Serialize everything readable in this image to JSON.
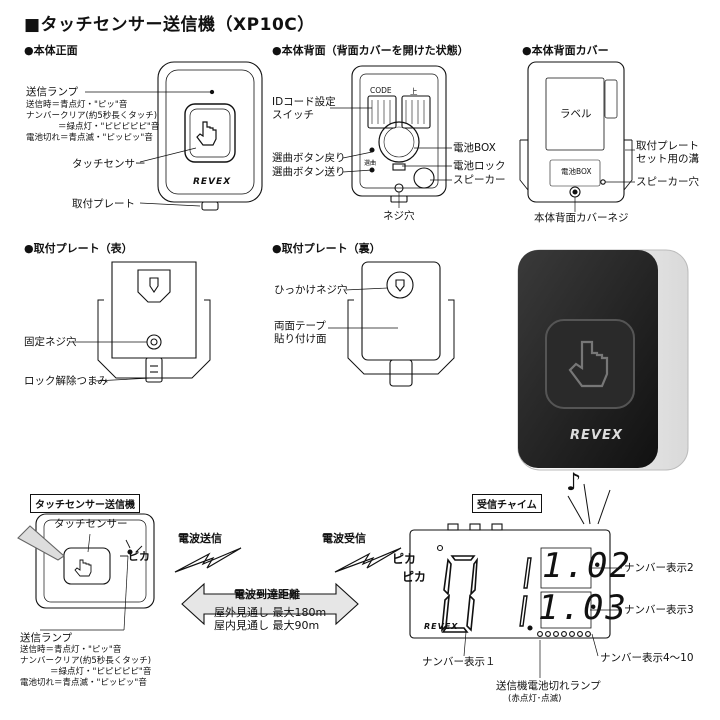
{
  "title": "■タッチセンサー送信機（XP10C）",
  "sections": {
    "front": {
      "heading": "●本体正面",
      "lamp_label": "送信ランプ",
      "lamp_note_1": "送信時＝青点灯・\"ピッ\"音",
      "lamp_note_2": "ナンバークリア(約5秒長くタッチ)",
      "lamp_note_3": "＝緑点灯・\"ピピピピピ\"音",
      "lamp_note_4": "電池切れ＝青点滅・\"ピッピッ\"音",
      "touch_label": "タッチセンサー",
      "plate_label": "取付プレート",
      "logo": "REVEX"
    },
    "back": {
      "heading": "●本体背面（背面カバーを開けた状態）",
      "id_label_1": "IDコード設定",
      "id_label_2": "スイッチ",
      "battery_box": "電池BOX",
      "battery_lock": "電池ロック",
      "speaker": "スピーカー",
      "song_prev": "選曲ボタン戻り",
      "song_next": "選曲ボタン送り",
      "screw_hole": "ネジ穴",
      "tiny_code": "CODE",
      "tiny_up": "上",
      "tiny_sel": "選曲"
    },
    "cover": {
      "heading": "●本体背面カバー",
      "label_area": "ラベル",
      "battery_box": "電池BOX",
      "groove_1": "取付プレート",
      "groove_2": "セット用の溝",
      "speaker_hole": "スピーカー穴",
      "cover_screw": "本体背面カバーネジ"
    },
    "plate_front": {
      "heading": "●取付プレート（表）",
      "fix_screw": "固定ネジ穴",
      "lock_release": "ロック解除つまみ"
    },
    "plate_back": {
      "heading": "●取付プレート（裏）",
      "hook_screw": "ひっかけネジ穴",
      "tape_1": "両面テープ",
      "tape_2": "貼り付け面"
    }
  },
  "product_photo": {
    "logo": "REVEX",
    "face_color": "#1f1f1f",
    "body_color": "#f2f2f2"
  },
  "bottom": {
    "transmitter_title": "タッチセンサー送信機",
    "touch_label": "タッチセンサー",
    "pika": "ピカ",
    "lamp_label": "送信ランプ",
    "lamp_note_1": "送信時＝青点灯・\"ピッ\"音",
    "lamp_note_2": "ナンバークリア(約5秒長くタッチ)",
    "lamp_note_3": "＝緑点灯・\"ピピピピピ\"音",
    "lamp_note_4": "電池切れ＝青点滅・\"ピッピッ\"音",
    "radio_send": "電波送信",
    "radio_receive": "電波受信",
    "range_title": "電波到達距離",
    "range_outdoor": "屋外見通し 最大180m",
    "range_indoor": "屋内見通し 最大90m",
    "receiver_title": "受信チャイム",
    "pika_pika_1": "ピカ",
    "pika_pika_2": "ピカ",
    "digit_big": "0",
    "num2": "1.02",
    "num3": "1.03",
    "receiver_logo": "REVEX",
    "num_label_1": "ナンバー表示１",
    "num_label_2": "ナンバー表示2",
    "num_label_3": "ナンバー表示3",
    "num_label_4_10": "ナンバー表示4〜10",
    "battery_lamp_1": "送信機電池切れランプ",
    "battery_lamp_2": "(赤点灯･点滅)",
    "note_symbol": "♪"
  }
}
